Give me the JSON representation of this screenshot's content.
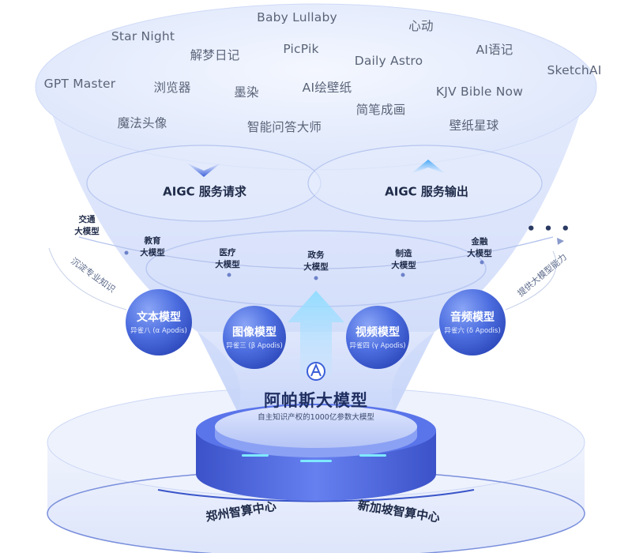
{
  "apps": [
    "Baby Lullaby",
    "心动",
    "Star Night",
    "解梦日记",
    "PicPik",
    "Daily Astro",
    "AI语记",
    "SketchAI",
    "GPT Master",
    "浏览器",
    "墨染",
    "AI绘壁纸",
    "KJV Bible Now",
    "简笔成画",
    "魔法头像",
    "智能问答大师",
    "壁纸星球"
  ],
  "services": {
    "request": "AIGC 服务请求",
    "output": "AIGC 服务输出"
  },
  "industries": [
    {
      "line1": "交通",
      "line2": "大模型"
    },
    {
      "line1": "教育",
      "line2": "大模型"
    },
    {
      "line1": "医疗",
      "line2": "大模型"
    },
    {
      "line1": "政务",
      "line2": "大模型"
    },
    {
      "line1": "制造",
      "line2": "大模型"
    },
    {
      "line1": "金融",
      "line2": "大模型"
    }
  ],
  "more": "• • •",
  "side_labels": {
    "left": "沉淀专业知识",
    "right": "提供大模型能力"
  },
  "models": [
    {
      "title": "文本模型",
      "sub": "异雀八 (α Apodis)"
    },
    {
      "title": "图像模型",
      "sub": "异雀三 (β Apodis)"
    },
    {
      "title": "视频模型",
      "sub": "异雀四 (γ Apodis)"
    },
    {
      "title": "音频模型",
      "sub": "异雀六 (δ Apodis)"
    }
  ],
  "core": {
    "title": "阿帕斯大模型",
    "subtitle": "自主知识产权的1000亿参数大模型"
  },
  "centers": {
    "left": "郑州智算中心",
    "right": "新加坡智算中心"
  },
  "colors": {
    "model_sphere": "#3f63d8",
    "model_sphere_light": "#7d9bf4",
    "funnel": "#d9e4fb",
    "platform": "#4e6ae6",
    "text_dark": "#1e2a48",
    "text_app": "#5a6478"
  },
  "icons": {
    "core_logo": "apodis-logo-icon",
    "arrow": "up-arrow-icon"
  }
}
